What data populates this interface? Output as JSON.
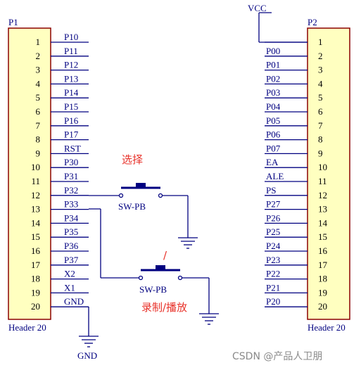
{
  "components": {
    "p1": {
      "ref": "P1",
      "footer": "Header 20",
      "pins": [
        "1",
        "2",
        "3",
        "4",
        "5",
        "6",
        "7",
        "8",
        "9",
        "10",
        "11",
        "12",
        "13",
        "14",
        "15",
        "16",
        "17",
        "18",
        "19",
        "20"
      ],
      "nets": [
        "P10",
        "P11",
        "P12",
        "P13",
        "P14",
        "P15",
        "P16",
        "P17",
        "RST",
        "P30",
        "P31",
        "P32",
        "P33",
        "P34",
        "P35",
        "P36",
        "P37",
        "X2",
        "X1",
        "GND"
      ]
    },
    "p2": {
      "ref": "P2",
      "footer": "Header 20",
      "pins": [
        "1",
        "2",
        "3",
        "4",
        "5",
        "6",
        "7",
        "8",
        "9",
        "10",
        "11",
        "12",
        "13",
        "14",
        "15",
        "16",
        "17",
        "18",
        "19",
        "20"
      ],
      "nets": [
        "",
        "P00",
        "P01",
        "P02",
        "P03",
        "P04",
        "P05",
        "P06",
        "P07",
        "EA",
        "ALE",
        "PS",
        "P27",
        "P26",
        "P25",
        "P24",
        "P23",
        "P22",
        "P21",
        "P20"
      ]
    },
    "sw1": {
      "ref": "SW-PB",
      "caption": "选择"
    },
    "sw2": {
      "ref": "SW-PB",
      "caption": "录制/播放",
      "slash": "/"
    }
  },
  "power": {
    "vcc": "VCC",
    "gnd": "GND"
  },
  "colors": {
    "body_fill": "#ffffc0",
    "body_stroke": "#8b0000",
    "wire": "#000080",
    "text": "#000080",
    "caption": "#e8322a"
  },
  "watermark": "CSDN @产品人卫朋"
}
